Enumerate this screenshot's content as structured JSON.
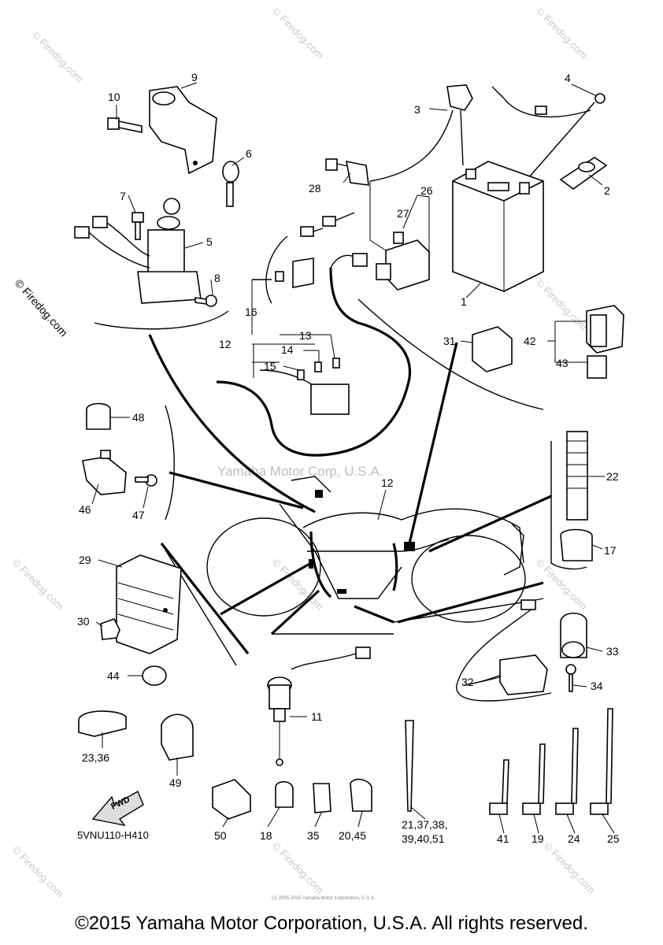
{
  "watermark": {
    "side_text": "© Firedog.com",
    "tile_text": "© Firedog.com",
    "center_text": "Yamaha Motor Corp, U.S.A."
  },
  "diagram_code": "5VNU110-H410",
  "fwd_label": "FWD",
  "copyright": "©2015 Yamaha Motor Corporation, U.S.A. All rights reserved.",
  "small_print": "(c) 2005-2015 Yamaha Motor Corporation, U.S.A.",
  "callouts": {
    "c1": "1",
    "c2": "2",
    "c3": "3",
    "c4": "4",
    "c5": "5",
    "c6": "6",
    "c7": "7",
    "c8": "8",
    "c9": "9",
    "c10": "10",
    "c11": "11",
    "c12a": "12",
    "c12b": "12",
    "c13": "13",
    "c14": "14",
    "c15": "15",
    "c16": "16",
    "c17": "17",
    "c18": "18",
    "c19": "19",
    "c20_45": "20,45",
    "c21_a": "21,37,38,",
    "c21_b": "39,40,51",
    "c22": "22",
    "c23_36": "23,36",
    "c24": "24",
    "c25": "25",
    "c26": "26",
    "c27": "27",
    "c28": "28",
    "c29": "29",
    "c30": "30",
    "c31": "31",
    "c32": "32",
    "c33": "33",
    "c34": "34",
    "c35": "35",
    "c41": "41",
    "c42": "42",
    "c43": "43",
    "c44": "44",
    "c46": "46",
    "c47": "47",
    "c48": "48",
    "c49": "49",
    "c50": "50"
  }
}
